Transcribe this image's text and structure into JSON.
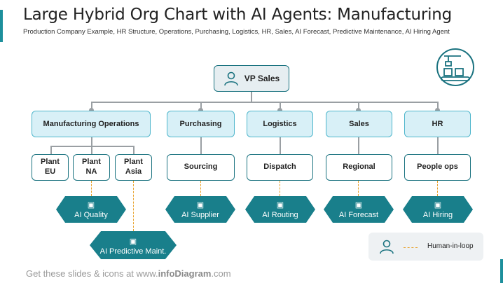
{
  "title": "Large Hybrid Org Chart with AI Agents: Manufacturing",
  "subtitle": "Production Company Example, HR Structure, Operations, Purchasing, Logistics, HR, Sales, AI Forecast, Predictive Maintenance, AI Hiring Agent",
  "root": {
    "label": "VP Sales",
    "icon": "person-icon"
  },
  "departments": [
    {
      "label": "Manufacturing Operations"
    },
    {
      "label": "Purchasing"
    },
    {
      "label": "Logistics"
    },
    {
      "label": "Sales"
    },
    {
      "label": "HR"
    }
  ],
  "plants": [
    {
      "line1": "Plant",
      "line2": "EU"
    },
    {
      "line1": "Plant",
      "line2": "NA"
    },
    {
      "line1": "Plant",
      "line2": "Asia"
    }
  ],
  "teams": [
    {
      "label": "Sourcing"
    },
    {
      "label": "Dispatch"
    },
    {
      "label": "Regional"
    },
    {
      "label": "People ops"
    }
  ],
  "ai_agents": [
    {
      "label": "AI Quality",
      "icon": "robot-icon"
    },
    {
      "label": "AI Supplier",
      "icon": "robot-icon"
    },
    {
      "label": "AI Routing",
      "icon": "robot-icon"
    },
    {
      "label": "AI Forecast",
      "icon": "robot-icon"
    },
    {
      "label": "AI Hiring",
      "icon": "robot-icon"
    },
    {
      "label": "AI Predictive Maint.",
      "icon": "robot-icon"
    }
  ],
  "legend": {
    "label": "Human-in-loop",
    "icon": "person-icon"
  },
  "footer": {
    "prefix": "Get these slides & icons at www.",
    "brand": "infoDiagram",
    "suffix": ".com"
  },
  "corner_icon": "factory-robot-conveyor-icon",
  "colors": {
    "accent": "#1d8f9c",
    "agent": "#197f8b",
    "dept_fill": "#d8f0f7",
    "dashed": "#e8a12a"
  }
}
